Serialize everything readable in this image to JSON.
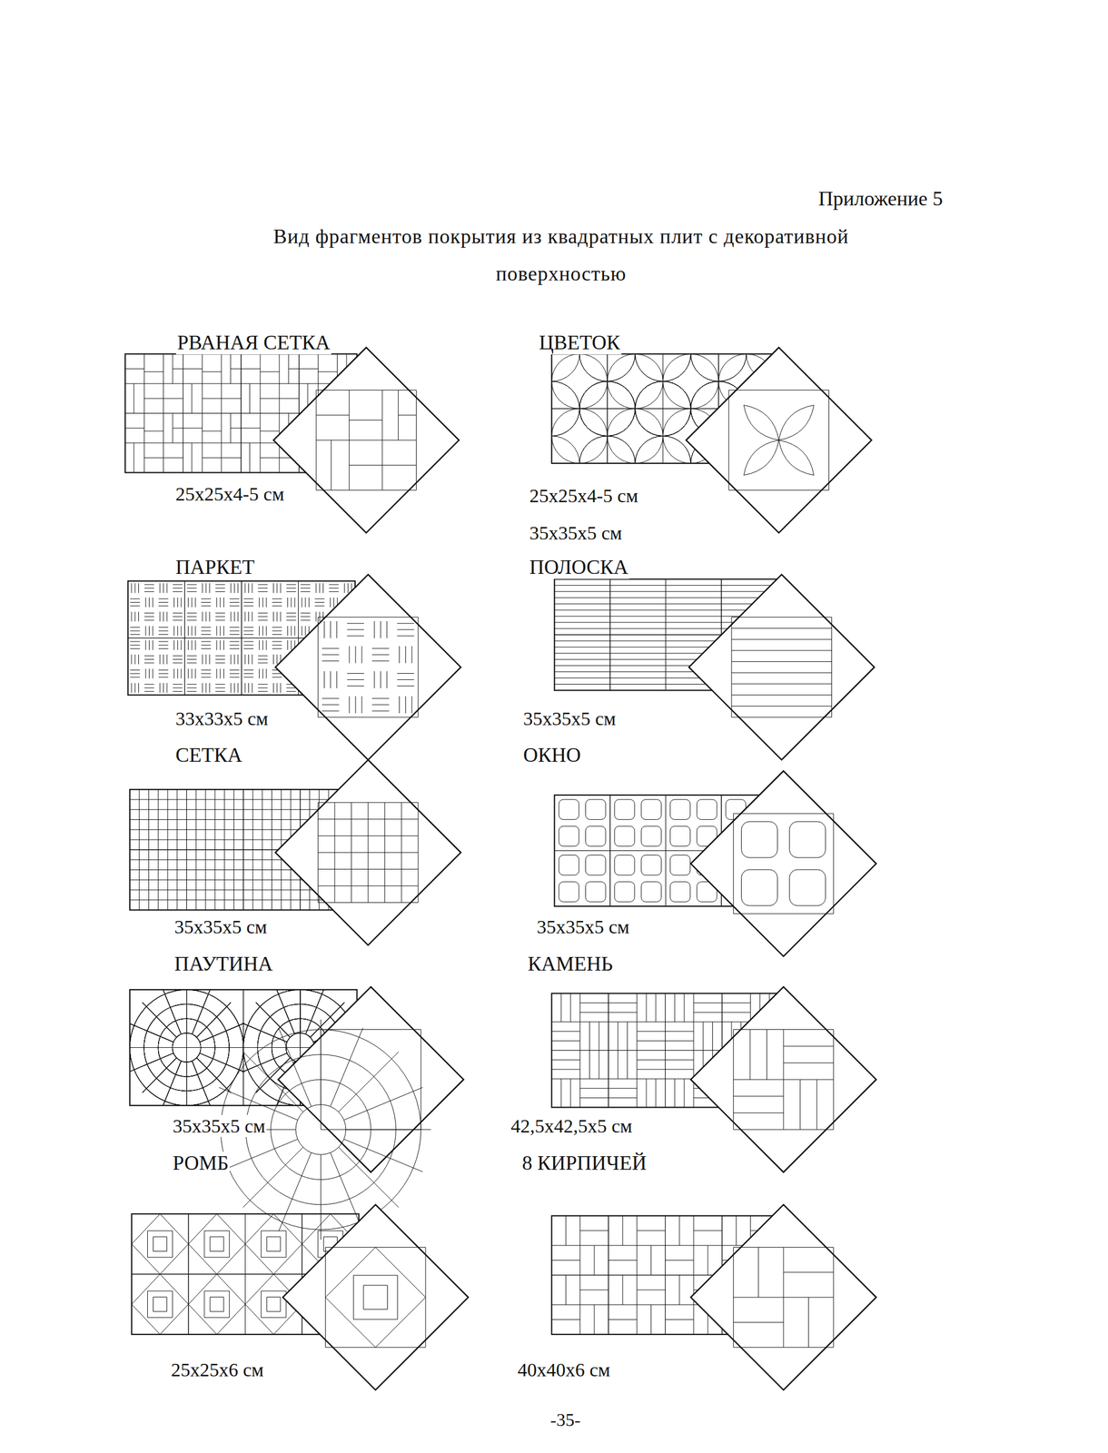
{
  "diagram": {
    "title": "Вид фрагментов покрытия из квадратных плит с декоративной поверхностью",
    "labels": [
      "Приложение 5",
      "РВАНАЯ СЕТКА",
      "ЦВЕТОК",
      "25x25x4-5 см",
      "25x25x4-5 см",
      "35x35x5 см",
      "ПАРКЕТ",
      "ПОЛОСКА",
      "33x33x5 см",
      "35x35x5 см",
      "СЕТКА",
      "ОКНО",
      "35x35x5 см",
      "35x35x5 см",
      "ПАУТИНА",
      "КАМЕНЬ",
      "35x35x5 см",
      "42,5x42,5x5 см",
      "РОМБ",
      "8 КИРПИЧЕЙ",
      "25x25x6 см",
      "40x40x6 см",
      "-35-"
    ]
  }
}
